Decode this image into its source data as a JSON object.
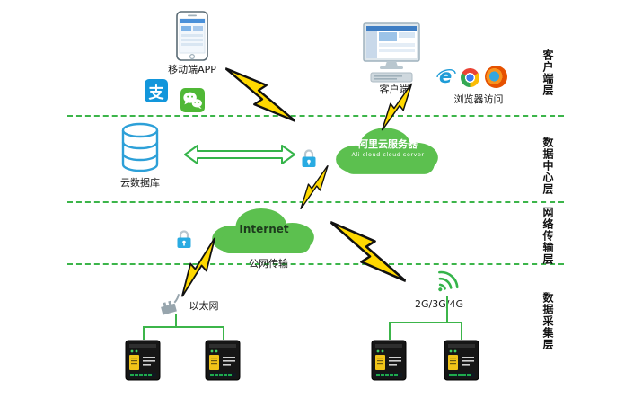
{
  "diagram": {
    "nodes": {
      "mobile_app": "移动端APP",
      "alipay_glyph": "支",
      "client": "客户端",
      "browser_access": "浏览器访问",
      "cloud_db": "云数据库",
      "ali_cloud": {
        "title": "阿里云服务器",
        "subtitle": "Ali cloud  cloud server"
      },
      "internet": {
        "title": "Internet",
        "caption": "公网传输"
      },
      "ethernet": "以太网",
      "cellular": "2G/3G/4G"
    },
    "layers": [
      {
        "label": "客户端层"
      },
      {
        "label": "数据中心层"
      },
      {
        "label": "网络传输层"
      },
      {
        "label": "数据采集层"
      }
    ],
    "colors": {
      "layer_line_green": "#3cb54a",
      "cloud_green": "#5cc04f",
      "bolt_yellow": "#ffd800",
      "database_blue": "#2da0d8",
      "lock_blue": "#29abe2",
      "wechat_green": "#50b836",
      "alipay_blue": "#1296db"
    }
  }
}
